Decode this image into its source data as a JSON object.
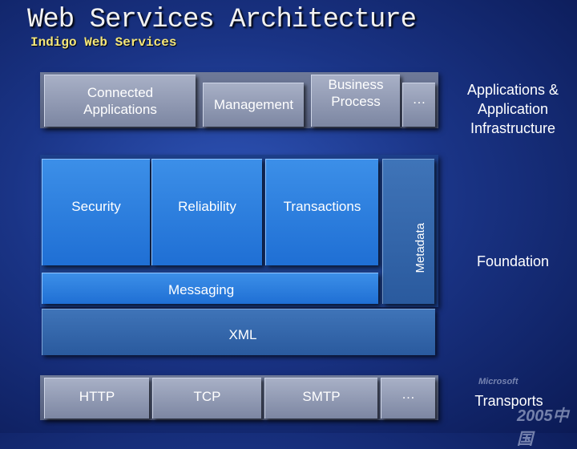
{
  "title": "Web Services Architecture",
  "subtitle": "Indigo Web Services",
  "apps_row": {
    "connected": "Connected Applications",
    "management": "Management",
    "business": "Business Process",
    "ellipsis": "…"
  },
  "foundation_row": {
    "security": "Security",
    "reliability": "Reliability",
    "transactions": "Transactions",
    "metadata": "Metadata",
    "messaging": "Messaging",
    "xml": "XML"
  },
  "transports_row": {
    "http": "HTTP",
    "tcp": "TCP",
    "smtp": "SMTP",
    "ellipsis": "…"
  },
  "side_labels": {
    "apps": "Applications & Application Infrastructure",
    "foundation": "Foundation",
    "transports": "Transports"
  },
  "logo": {
    "brand": "Microsoft",
    "year": "2005中国"
  }
}
